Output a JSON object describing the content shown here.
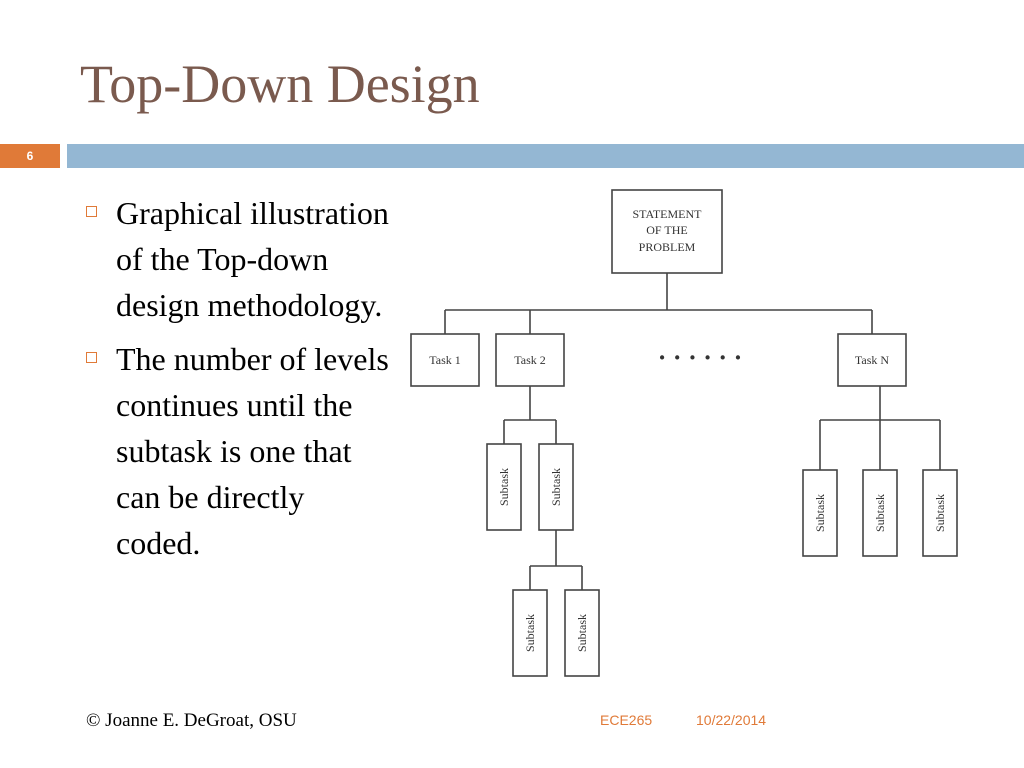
{
  "slide": {
    "title": "Top-Down Design",
    "number": "6",
    "bullets": [
      "Graphical illustration of the Top-down design methodology.",
      "The number of levels continues until the subtask is one that can be directly coded."
    ]
  },
  "diagram": {
    "root": {
      "lines": [
        "STATEMENT",
        "OF THE",
        "PROBLEM"
      ]
    },
    "tasks": [
      "Task 1",
      "Task 2",
      "Task N"
    ],
    "ellipsis": "· · · · · ·",
    "subtask_label": "Subtask"
  },
  "footer": {
    "copyright": "© Joanne E. DeGroat, OSU",
    "course": "ECE265",
    "date": "10/22/2014"
  },
  "colors": {
    "title": "#7a5a4e",
    "accent": "#e07a38",
    "band": "#94b7d3"
  }
}
